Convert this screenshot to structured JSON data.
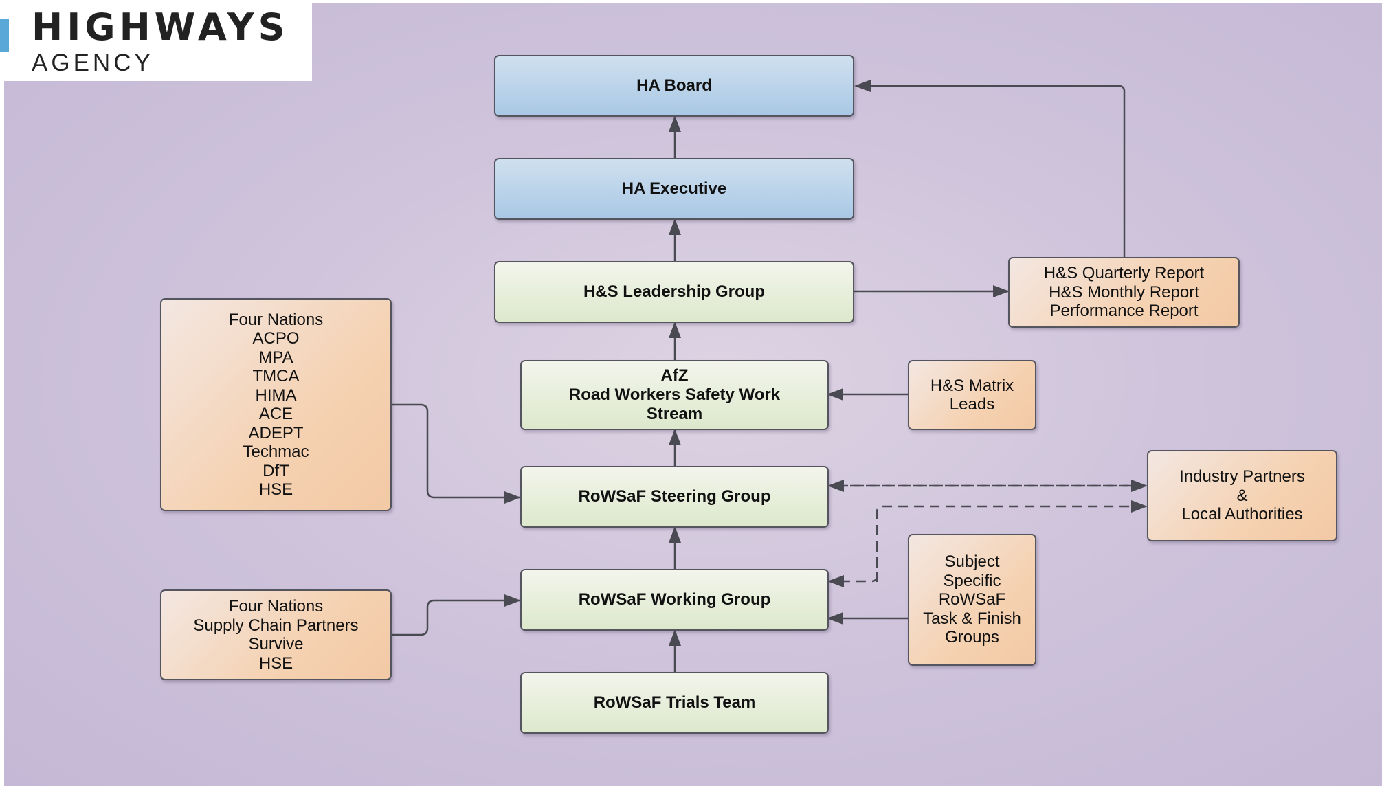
{
  "logo": {
    "name": "HIGHWAYS",
    "sub": "AGENCY"
  },
  "boxes": {
    "ha_board": "HA Board",
    "ha_executive": "HA Executive",
    "hs_leadership": "H&S Leadership Group",
    "afz": [
      "AfZ",
      "Road Workers Safety Work",
      "Stream"
    ],
    "steering": "RoWSaF Steering Group",
    "working": "RoWSaF Working Group",
    "trials": "RoWSaF Trials Team",
    "reports": [
      "H&S Quarterly Report",
      "H&S Monthly Report",
      "Performance Report"
    ],
    "matrix": [
      "H&S Matrix",
      "Leads"
    ],
    "industry": [
      "Industry Partners",
      "&",
      "Local Authorities"
    ],
    "subject": [
      "Subject",
      "Specific",
      "RoWSaF",
      "Task & Finish",
      "Groups"
    ],
    "four_nations_a": [
      "Four Nations",
      "ACPO",
      "MPA",
      "TMCA",
      "HIMA",
      "ACE",
      "ADEPT",
      "Techmac",
      "DfT",
      "HSE"
    ],
    "four_nations_b": [
      "Four Nations",
      "Supply Chain Partners",
      "Survive",
      "HSE"
    ]
  },
  "colors": {
    "background": "#cfc4db",
    "blue_box": "#a9c8e5",
    "green_box": "#dde8cc",
    "orange_box": "#f5d2b2",
    "connector": "#55555f"
  }
}
